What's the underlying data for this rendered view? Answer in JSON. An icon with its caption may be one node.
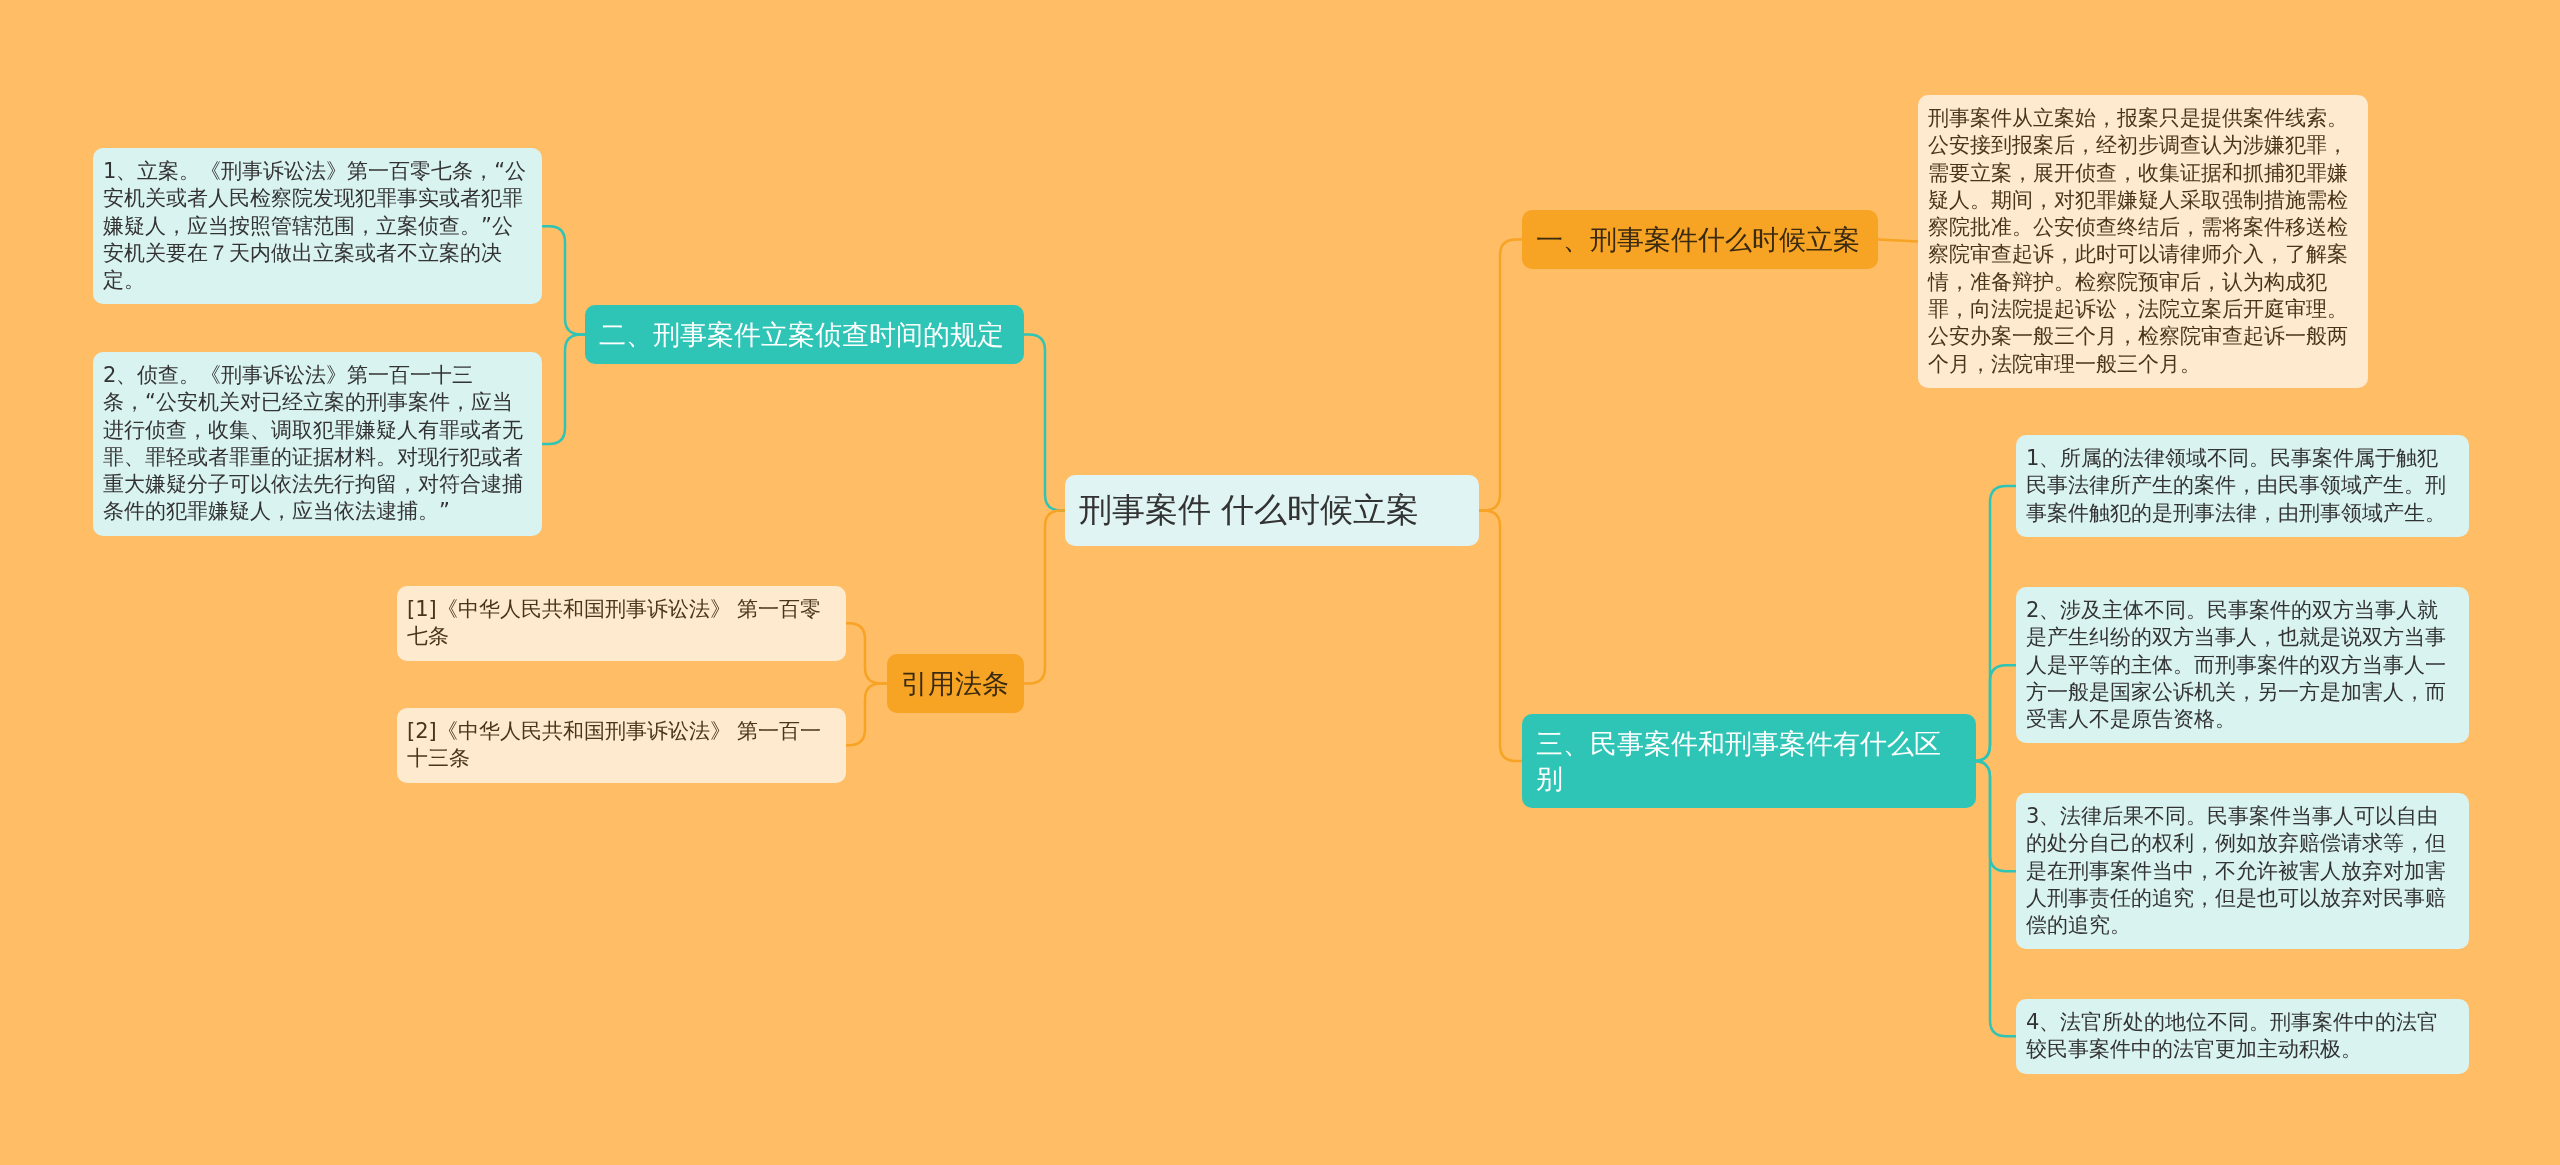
{
  "diagram": {
    "nodes": [
      {
        "text": [
          "刑事案件 什么时候立案"
        ]
      },
      {
        "text": [
          "一、刑事案件什么时候立案"
        ]
      },
      {
        "text": [
          "刑事案件从立案始，报案只是提供案件线索。公安接到报案后，经初步调查认为涉嫌犯罪，需要立案，展开侦查，收集证据和抓捕犯罪嫌疑人。期间，对犯罪嫌疑人采取强制措施需检察院批准。公安侦查终结后，需将案件移送检察院审查起诉，此时可以请律师介入，了解案情，准备辩护。检察院预审后，认为构成犯罪，向法院提起诉讼，法院立案后开庭审理。公安办案一般三个月，检察院审查起诉一般两个月，法院审理一般三个月。"
        ]
      },
      {
        "text": [
          "三、民事案件和刑事案件有什么区别"
        ]
      },
      {
        "text": [
          "1、所属的法律领域不同。民事案件属于触犯民事法律所产生的案件，由民事领域产生。刑事案件触犯的是刑事法律，由刑事领域产生。"
        ]
      },
      {
        "text": [
          "2、涉及主体不同。民事案件的双方当事人就是产生纠纷的双方当事人，也就是说双方当事人是平等的主体。而刑事案件的双方当事人一方一般是国家公诉机关，另一方是加害人，而受害人不是原告资格。"
        ]
      },
      {
        "text": [
          "3、法律后果不同。民事案件当事人可以自由的处分自己的权利，例如放弃赔偿请求等，但是在刑事案件当中，不允许被害人放弃对加害人刑事责任的追究，但是也可以放弃对民事赔偿的追究。"
        ]
      },
      {
        "text": [
          "4、法官所处的地位不同。刑事案件中的法官较民事案件中的法官更加主动积极。"
        ]
      },
      {
        "text": [
          "二、刑事案件立案侦查时间的规定"
        ]
      },
      {
        "text": [
          "1、立案。《刑事诉讼法》第一百零七条，“公安机关或者人民检察院发现犯罪事实或者犯罪嫌疑人，应当按照管辖范围，立案侦查。”公安机关要在７天内做出立案或者不立案的决定。"
        ]
      },
      {
        "text": [
          "2、侦查。《刑事诉讼法》第一百一十三条，“公安机关对已经立案的刑事案件，应当进行侦查，收集、调取犯罪嫌疑人有罪或者无罪、罪轻或者罪重的证据材料。对现行犯或者重大嫌疑分子可以依法先行拘留，对符合逮捕条件的犯罪嫌疑人，应当依法逮捕。”"
        ]
      },
      {
        "text": [
          "引用法条"
        ]
      },
      {
        "text": [
          "[1]《中华人民共和国刑事诉讼法》 第一百零七条"
        ]
      },
      {
        "text": [
          "[2]《中华人民共和国刑事诉讼法》 第一百一十三条"
        ]
      }
    ],
    "edges": [
      {
        "from": 0,
        "to": 1,
        "arrow": "none",
        "color": "#f7a324"
      },
      {
        "from": 1,
        "to": 2,
        "arrow": "none",
        "color": "#f7a324"
      },
      {
        "from": 0,
        "to": 3,
        "arrow": "none",
        "color": "#f7a324"
      },
      {
        "from": 3,
        "to": 4,
        "arrow": "none",
        "color": "#2ec4b6"
      },
      {
        "from": 3,
        "to": 5,
        "arrow": "none",
        "color": "#2ec4b6"
      },
      {
        "from": 3,
        "to": 6,
        "arrow": "none",
        "color": "#2ec4b6"
      },
      {
        "from": 3,
        "to": 7,
        "arrow": "none",
        "color": "#2ec4b6"
      },
      {
        "from": 0,
        "to": 8,
        "arrow": "none",
        "color": "#2ec4b6"
      },
      {
        "from": 8,
        "to": 9,
        "arrow": "none",
        "color": "#2ec4b6"
      },
      {
        "from": 8,
        "to": 10,
        "arrow": "none",
        "color": "#2ec4b6"
      },
      {
        "from": 0,
        "to": 11,
        "arrow": "none",
        "color": "#f7a324"
      },
      {
        "from": 11,
        "to": 12,
        "arrow": "none",
        "color": "#f7a324"
      },
      {
        "from": 11,
        "to": 13,
        "arrow": "none",
        "color": "#f7a324"
      }
    ]
  }
}
